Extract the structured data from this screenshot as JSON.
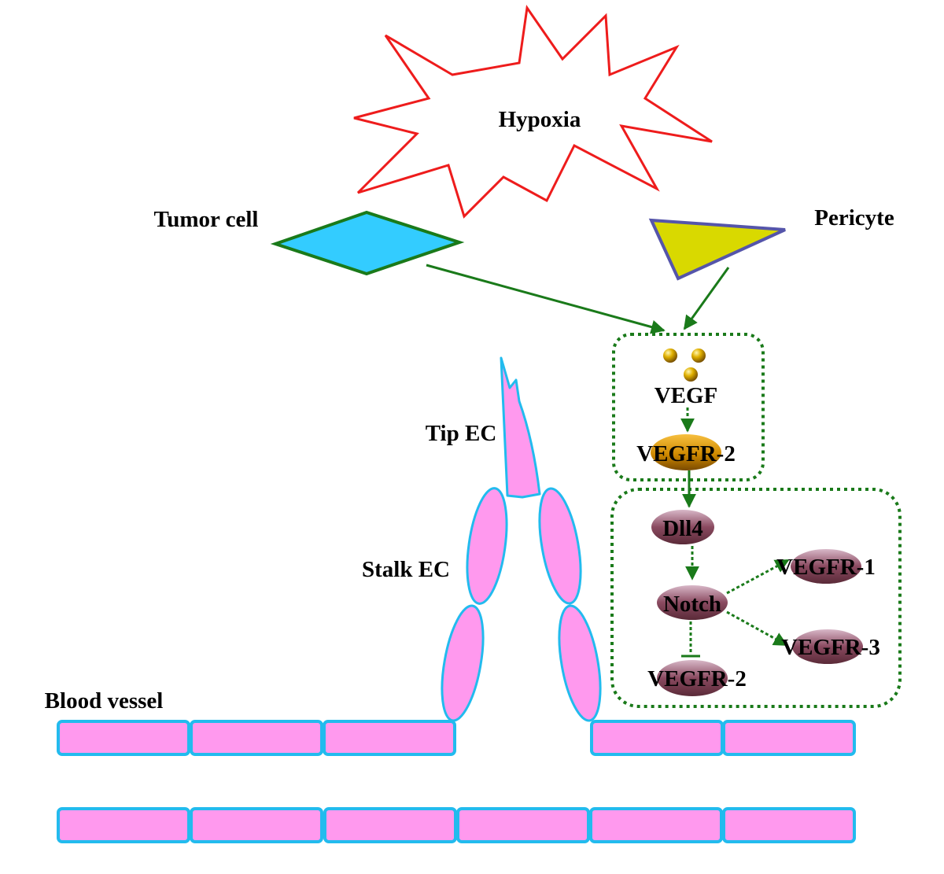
{
  "labels": {
    "hypoxia": "Hypoxia",
    "tumor_cell": "Tumor cell",
    "pericyte": "Pericyte",
    "vegf": "VEGF",
    "vegfr2_top": "VEGFR-2",
    "dll4": "Dll4",
    "notch": "Notch",
    "vegfr1": "VEGFR-1",
    "vegfr3": "VEGFR-3",
    "vegfr2_bottom": "VEGFR-2",
    "tip_ec": "Tip EC",
    "stalk_ec": "Stalk EC",
    "blood_vessel": "Blood vessel"
  },
  "colors": {
    "hypoxia_outline": "#ee1c1c",
    "tumor_fill": "#33ccff",
    "tumor_outline": "#1a7a1a",
    "pericyte_fill": "#d9d900",
    "pericyte_outline": "#5555aa",
    "arrow": "#1a7a1a",
    "cell_fill": "#ff99ee",
    "cell_outline": "#22bbee",
    "vegf_ball": "#e0b000",
    "vegfr2_receptor": "#d08a00",
    "notch_protein": "#8a4a60"
  },
  "icons": {
    "hypoxia": "starburst",
    "tumor_cell": "diamond",
    "pericyte": "triangle",
    "vegf": "spheres",
    "receptor": "ellipse"
  }
}
